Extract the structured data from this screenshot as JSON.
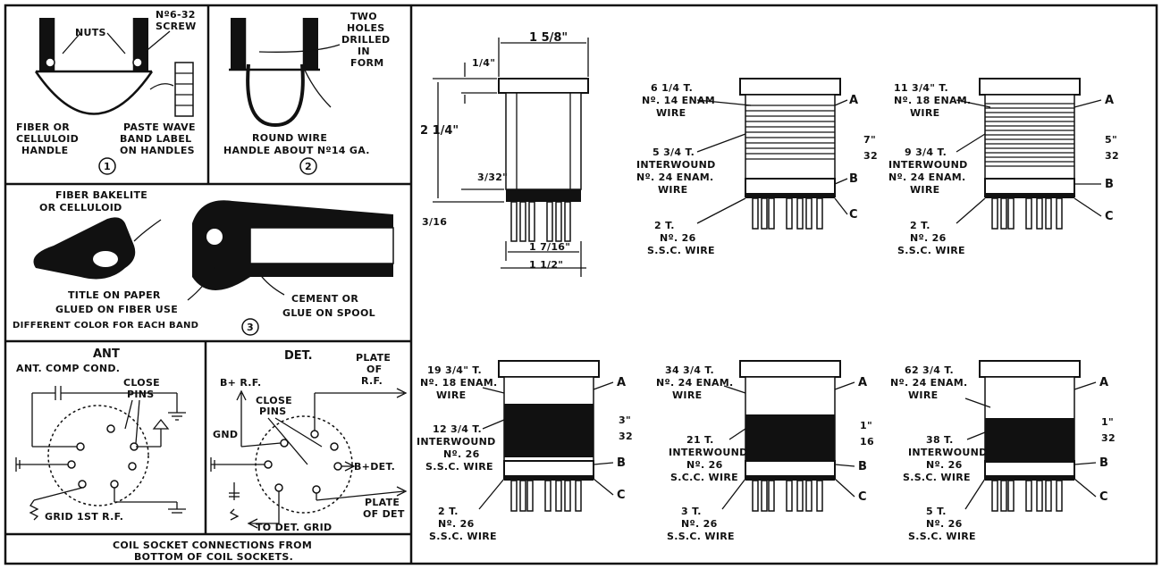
{
  "panel1": {
    "nuts": "NUTS",
    "screw_l1": "Nº6-32",
    "screw_l2": "SCREW",
    "fiber_l1": "FIBER OR",
    "fiber_l2": "CELLULOID",
    "fiber_l3": "HANDLE",
    "paste_l1": "PASTE WAVE",
    "paste_l2": "BAND LABEL",
    "paste_l3": "ON HANDLES",
    "number": "1"
  },
  "panel2": {
    "holes_l1": "TWO",
    "holes_l2": "HOLES",
    "holes_l3": "DRILLED",
    "holes_l4": "IN",
    "holes_l5": "FORM",
    "round_l1": "ROUND WIRE",
    "round_l2": "HANDLE ABOUT Nº14 GA.",
    "number": "2"
  },
  "panel3": {
    "fiber_l1": "FIBER BAKELITE",
    "fiber_l2": "OR CELLULOID",
    "title_l1": "TITLE ON PAPER",
    "title_l2": "GLUED ON FIBER USE",
    "title_l3": "DIFFERENT COLOR FOR EACH BAND",
    "cement_l1": "CEMENT OR",
    "cement_l2": "GLUE ON SPOOL",
    "number": "3"
  },
  "ant_panel": {
    "title": "ANT",
    "comp": "ANT. COMP COND.",
    "close_l1": "CLOSE",
    "close_l2": "PINS",
    "grid": "GRID 1ST R.F."
  },
  "det_panel": {
    "title": "DET.",
    "plate_rf_l1": "PLATE",
    "plate_rf_l2": "OF",
    "plate_rf_l3": "R.F.",
    "brf": "B+ R.F.",
    "close_l1": "CLOSE",
    "close_l2": "PINS",
    "gnd": "GND",
    "bdet": "B+DET.",
    "plate_det_l1": "PLATE",
    "plate_det_l2": "OF DET",
    "to_grid": "TO DET. GRID"
  },
  "caption": {
    "l1": "COIL SOCKET CONNECTIONS FROM",
    "l2": "BOTTOM OF COIL SOCKETS."
  },
  "dims": {
    "top_width": "1 5/8\"",
    "height": "2 1/4\"",
    "top_rim": "1/4\"",
    "gap": "3/32\"",
    "base": "3/16",
    "inner": "1 7/16\"",
    "bottom": "1 1/2\""
  },
  "coils": [
    {
      "a_turns": "6 1/4 T.",
      "a_wire": "Nº. 14 ENAM",
      "a_wire2": "WIRE",
      "b_turns": "5 3/4 T.",
      "b_l2": "INTERWOUND",
      "b_l3": "Nº. 24 ENAM.",
      "b_l4": "WIRE",
      "c_turns": "2 T.",
      "c_l2": "Nº. 26",
      "c_l3": "S.S.C. WIRE",
      "sp_num": "7\"",
      "sp_den": "32",
      "A": "A",
      "B": "B",
      "C": "C"
    },
    {
      "a_turns": "11 3/4\" T.",
      "a_wire": "Nº. 18 ENAM.",
      "a_wire2": "WIRE",
      "b_turns": "9 3/4 T.",
      "b_l2": "INTERWOUND",
      "b_l3": "Nº. 24 ENAM.",
      "b_l4": "WIRE",
      "c_turns": "2 T.",
      "c_l2": "Nº. 26",
      "c_l3": "S.S.C. WIRE",
      "sp_num": "5\"",
      "sp_den": "32",
      "A": "A",
      "B": "B",
      "C": "C"
    },
    {
      "a_turns": "19 3/4\" T.",
      "a_wire": "Nº. 18 ENAM.",
      "a_wire2": "WIRE",
      "b_turns": "12 3/4 T.",
      "b_l2": "INTERWOUND",
      "b_l3": "Nº. 26",
      "b_l4": "S.S.C. WIRE",
      "c_turns": "2 T.",
      "c_l2": "Nº. 26",
      "c_l3": "S.S.C. WIRE",
      "sp_num": "3\"",
      "sp_den": "32",
      "A": "A",
      "B": "B",
      "C": "C"
    },
    {
      "a_turns": "34 3/4 T.",
      "a_wire": "Nº. 24 ENAM.",
      "a_wire2": "WIRE",
      "b_turns": "21 T.",
      "b_l2": "INTERWOUND",
      "b_l3": "Nº. 26",
      "b_l4": "S.C.C. WIRE",
      "c_turns": "3 T.",
      "c_l2": "Nº. 26",
      "c_l3": "S.S.C. WIRE",
      "sp_num": "1\"",
      "sp_den": "16",
      "A": "A",
      "B": "B",
      "C": "C"
    },
    {
      "a_turns": "62 3/4 T.",
      "a_wire": "Nº. 24 ENAM.",
      "a_wire2": "WIRE",
      "b_turns": "38 T.",
      "b_l2": "INTERWOUND",
      "b_l3": "Nº. 26",
      "b_l4": "S.S.C. WIRE",
      "c_turns": "5 T.",
      "c_l2": "Nº. 26",
      "c_l3": "S.S.C. WIRE",
      "sp_num": "1\"",
      "sp_den": "32",
      "A": "A",
      "B": "B",
      "C": "C"
    }
  ]
}
